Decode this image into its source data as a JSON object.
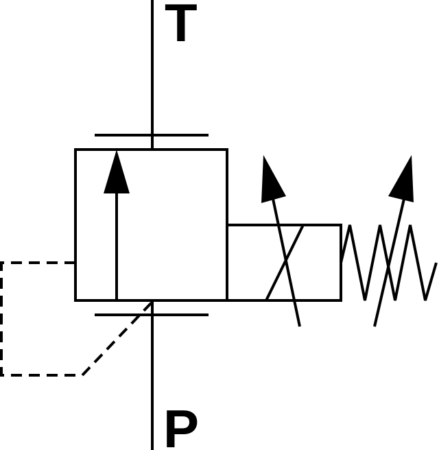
{
  "diagram": {
    "kind": "hydraulic-symbol",
    "ports": {
      "top": "T",
      "bottom": "P"
    },
    "colors": {
      "stroke": "#000000",
      "background": "#ffffff"
    }
  }
}
